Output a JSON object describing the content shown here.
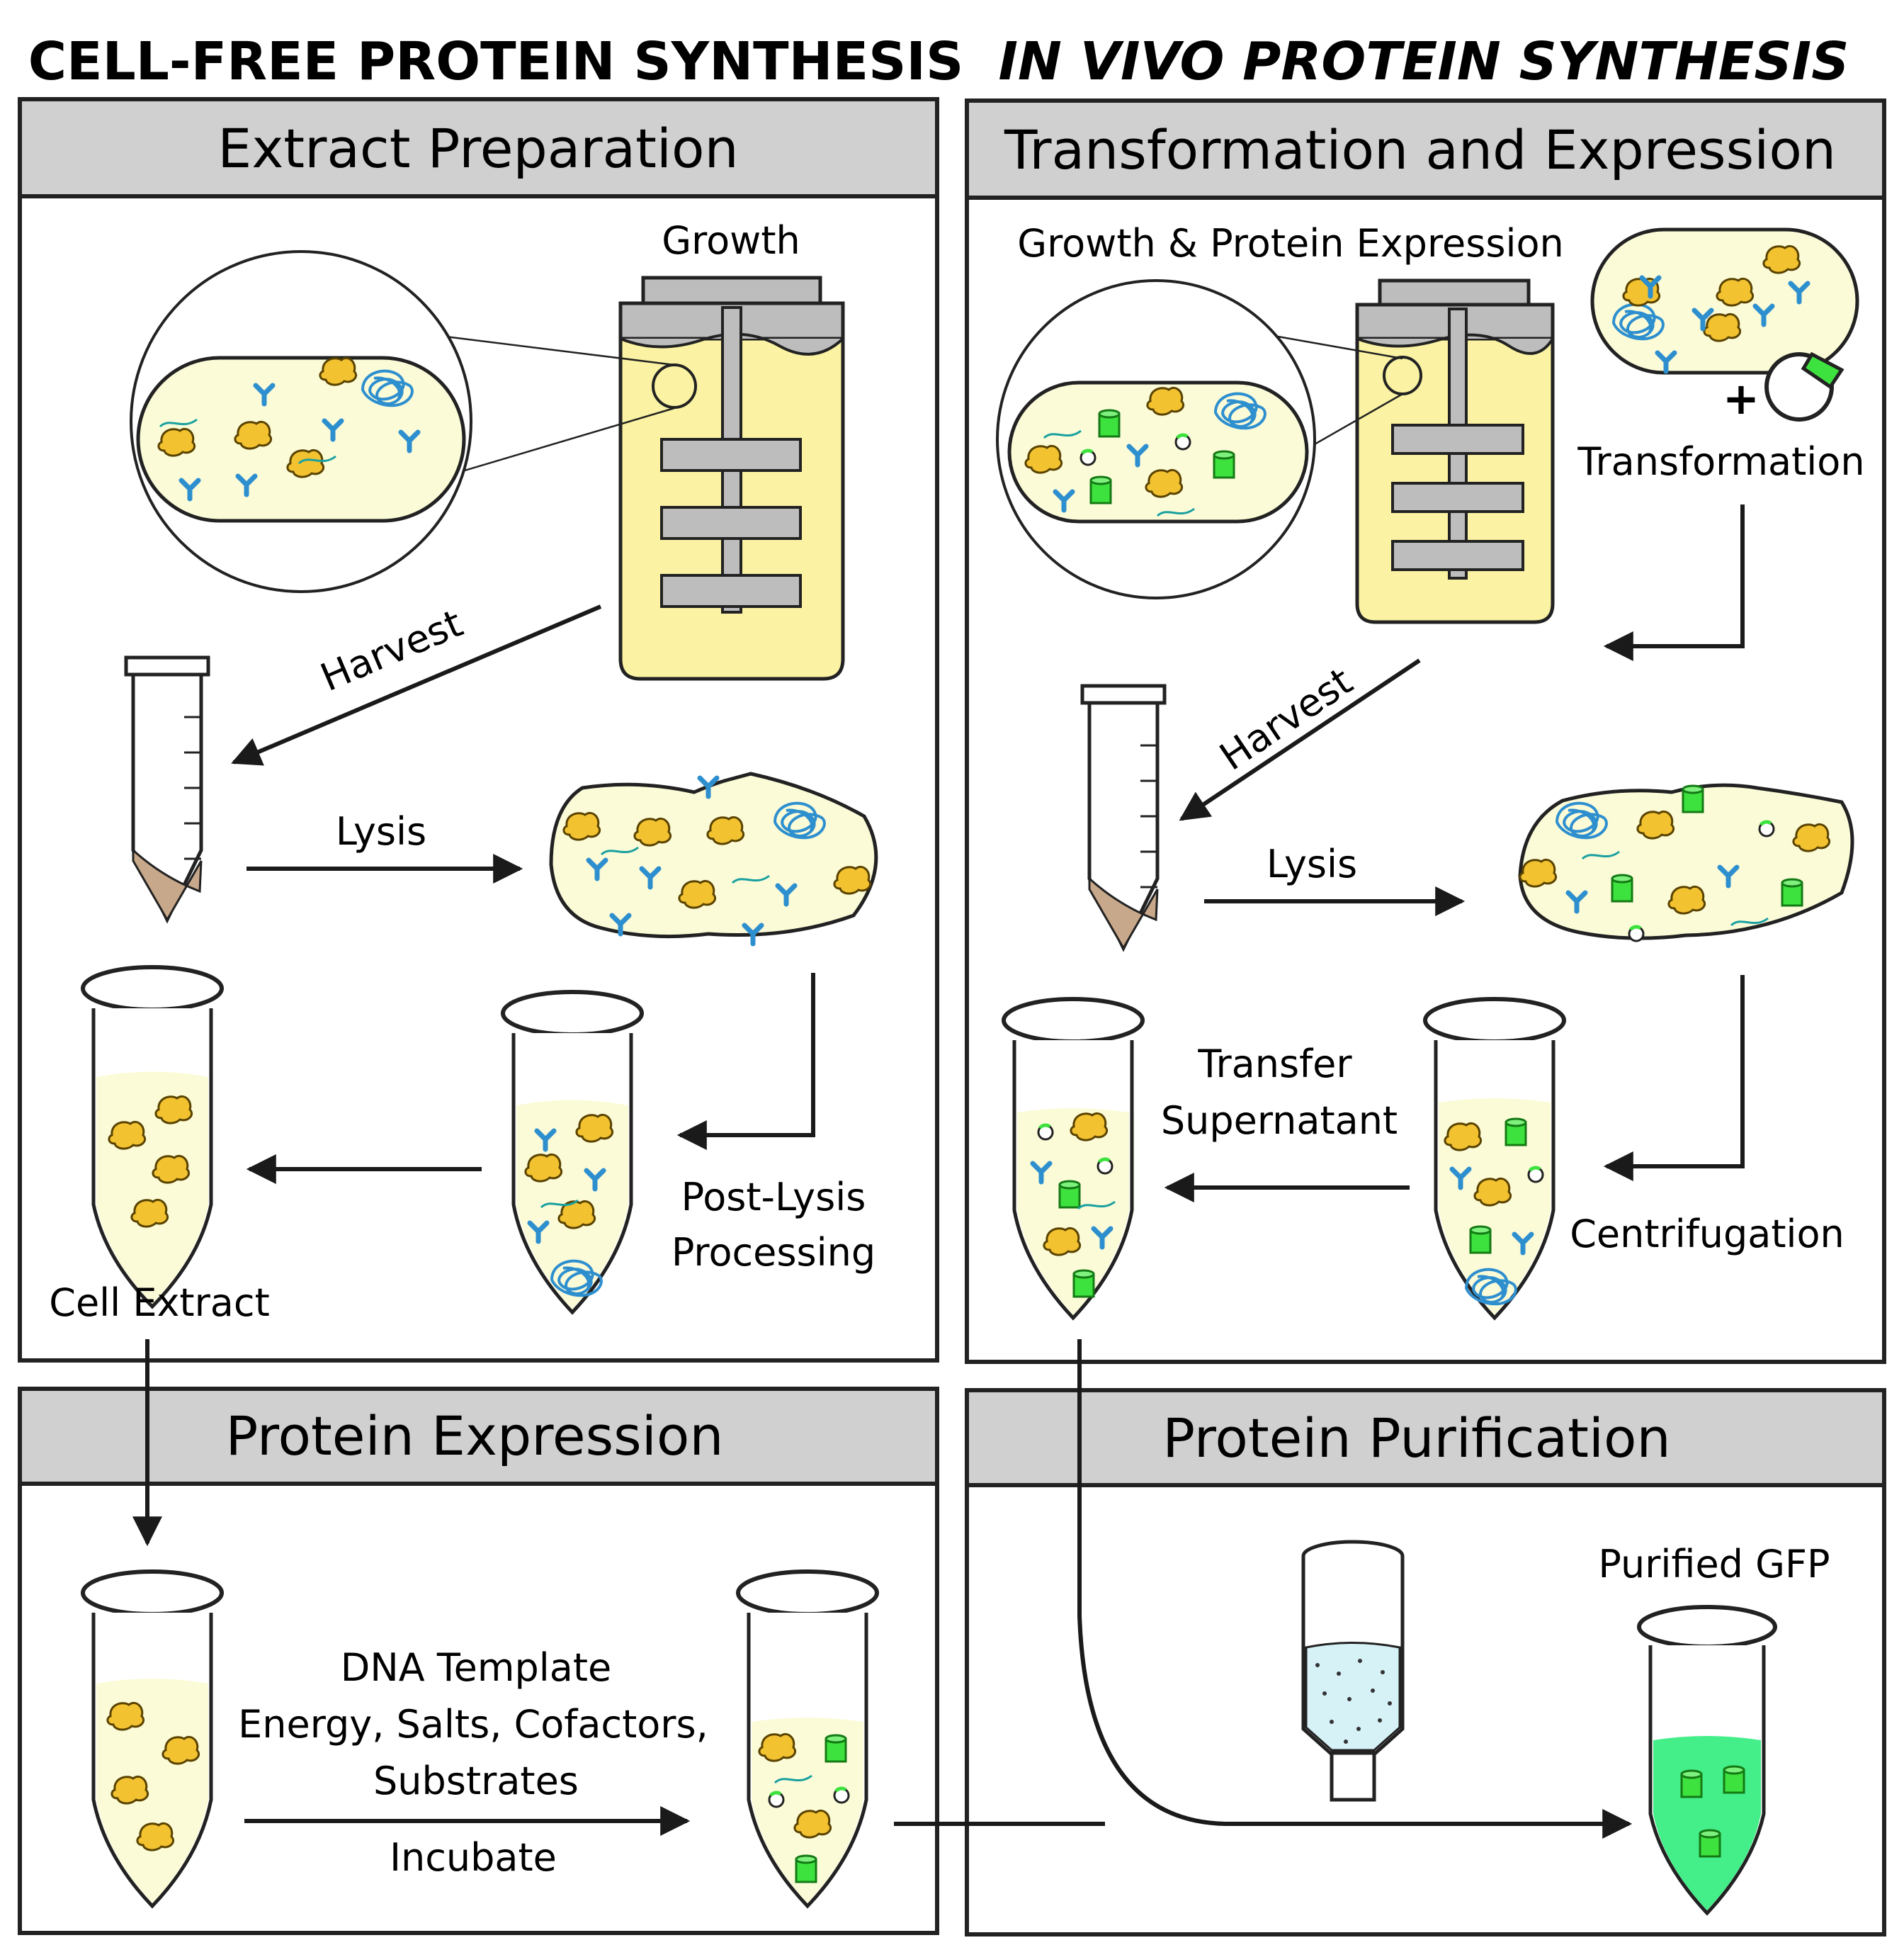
{
  "titles": {
    "left": "CELL-FREE PROTEIN SYNTHESIS",
    "right": "IN VIVO PROTEIN SYNTHESIS"
  },
  "panels": {
    "extract_preparation": {
      "title": "Extract Preparation",
      "growth": "Growth",
      "harvest": "Harvest",
      "lysis": "Lysis",
      "post_lysis_1": "Post-Lysis",
      "post_lysis_2": "Processing",
      "cell_extract": "Cell Extract"
    },
    "transformation_expression": {
      "title": "Transformation and Expression",
      "growth": "Growth & Protein Expression",
      "transformation": "Transformation",
      "plus": "+",
      "harvest": "Harvest",
      "lysis": "Lysis",
      "transfer_1": "Transfer",
      "transfer_2": "Supernatant",
      "centrifugation": "Centrifugation"
    },
    "protein_expression": {
      "title": "Protein Expression",
      "reagents_1": "DNA Template",
      "reagents_2": "Energy, Salts, Cofactors,",
      "reagents_3": "Substrates",
      "incubate": "Incubate"
    },
    "protein_purification": {
      "title": "Protein Purification",
      "purified": "Purified GFP"
    }
  },
  "colors": {
    "panel_header": "#d0d0d0",
    "culture_yellow": "#fbf3a3",
    "cell_fill": "#fbfbd8",
    "ribosome": "#f2c230",
    "trna": "#2e8fcf",
    "gfp_green": "#3ee23e",
    "gfp_solution": "#44ee88",
    "column_bead": "#d6f2f7",
    "pellet": "#c8a88a"
  }
}
